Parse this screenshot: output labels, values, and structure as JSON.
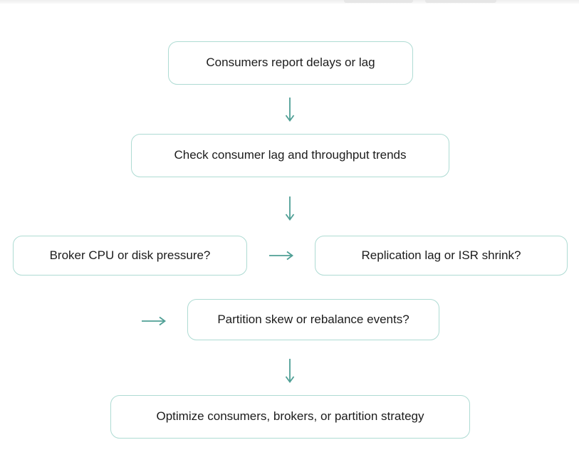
{
  "page": {
    "background_color": "#ffffff",
    "top_strip": {
      "strip_color": "#efefef",
      "button_color": "#e6e6e6",
      "buttons": [
        "top-edge-button-1",
        "top-edge-button-2"
      ]
    }
  },
  "diagram": {
    "type": "flowchart",
    "node_border_color": "#aedbd3",
    "node_fill_color": "#ffffff",
    "node_text_color": "#1c1c1c",
    "arrow_color": "#4f9f95",
    "nodes": [
      {
        "id": "start",
        "label": "Consumers report delays or lag"
      },
      {
        "id": "check",
        "label": "Check consumer lag and throughput trends"
      },
      {
        "id": "broker",
        "label": "Broker CPU or disk pressure?"
      },
      {
        "id": "replica",
        "label": "Replication lag or ISR shrink?"
      },
      {
        "id": "partition",
        "label": "Partition skew or rebalance events?"
      },
      {
        "id": "optimize",
        "label": "Optimize consumers, brokers, or partition strategy"
      }
    ],
    "edges": [
      {
        "from": "start",
        "to": "check",
        "direction": "down"
      },
      {
        "from": "check",
        "to": "broker",
        "direction": "down"
      },
      {
        "from": "broker",
        "to": "replica",
        "direction": "right"
      },
      {
        "from": "replica",
        "to": "partition",
        "direction": "right"
      },
      {
        "from": "partition",
        "to": "optimize",
        "direction": "down"
      }
    ]
  }
}
